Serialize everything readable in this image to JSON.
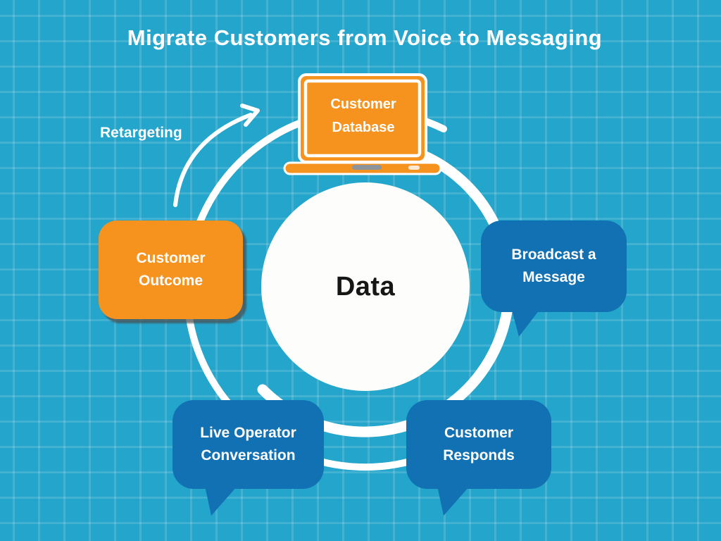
{
  "title": "Migrate Customers from Voice to Messaging",
  "diagram": {
    "center_label": "Data",
    "retargeting_label": "Retargeting",
    "nodes": {
      "database": {
        "line1": "Customer",
        "line2": "Database"
      },
      "broadcast": {
        "line1": "Broadcast a",
        "line2": "Message"
      },
      "responds": {
        "line1": "Customer",
        "line2": "Responds"
      },
      "live_operator": {
        "line1": "Live Operator",
        "line2": "Conversation"
      },
      "outcome": {
        "line1": "Customer",
        "line2": "Outcome"
      }
    },
    "icons": {
      "laptop": "laptop-icon",
      "cycle_rings": "cycle-ring-arcs",
      "retargeting_arrow": "curved-arrow-icon",
      "speech_bubble": "speech-bubble-shape"
    }
  },
  "colors": {
    "background": "#24A5CB",
    "grid_line": "rgba(255,255,255,0.14)",
    "orange": "#F6921E",
    "bubble_blue": "#1271B3",
    "white": "#FFFFFF",
    "center_text": "#161616",
    "laptop_slot_gray": "#8C959B",
    "box_shadow": "rgba(72,72,72,0.7)"
  }
}
